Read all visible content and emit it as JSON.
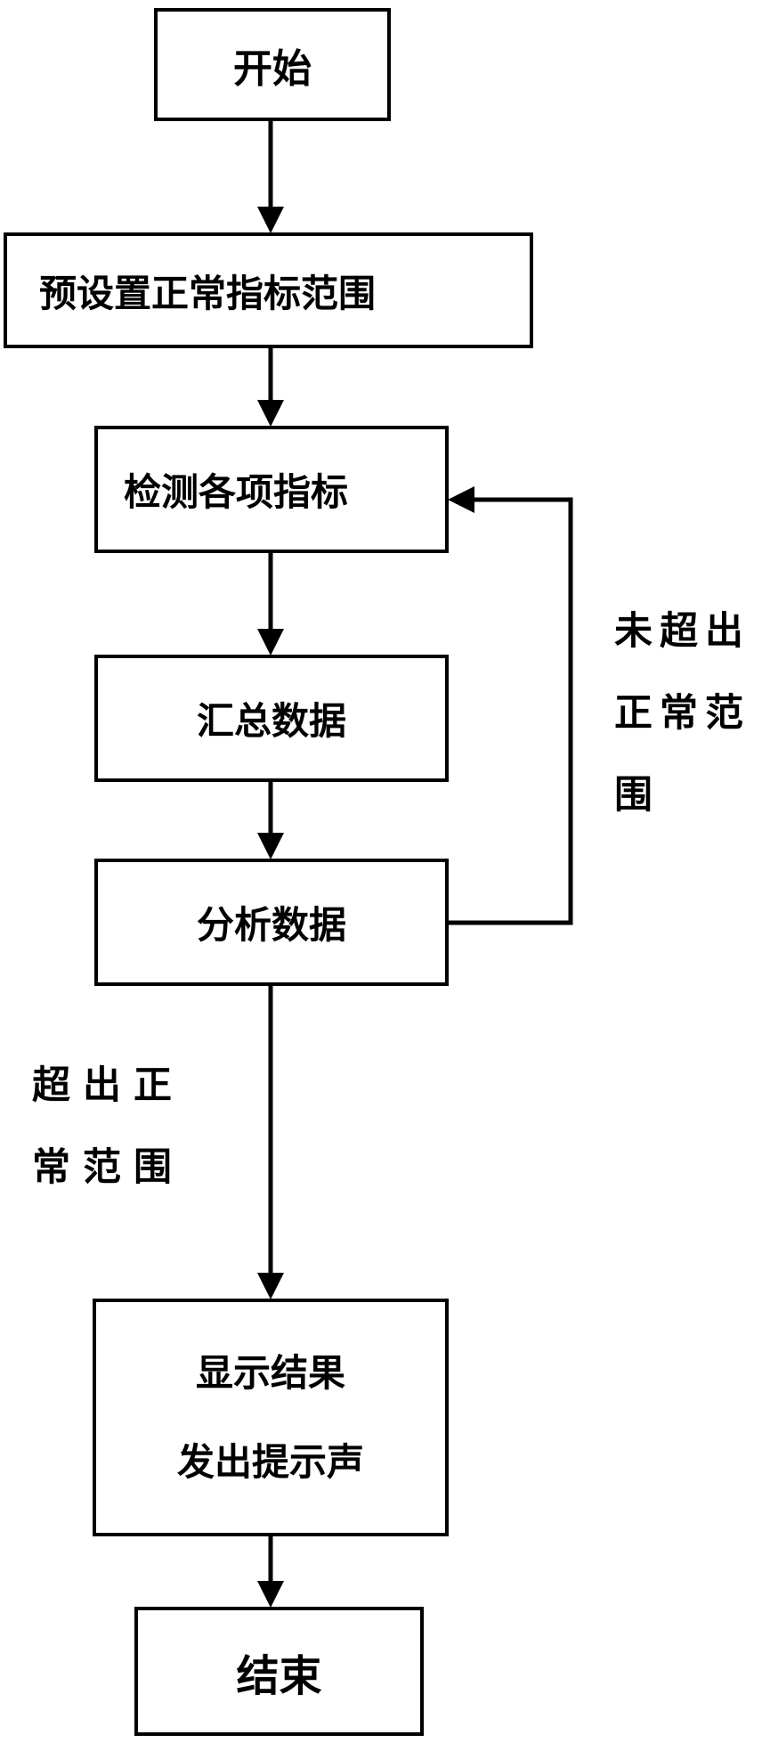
{
  "colors": {
    "line": "#000000",
    "background": "#ffffff",
    "box_border": "#000000"
  },
  "nodes": {
    "start": "开始",
    "preset": "预设置正常指标范围",
    "detect": "检测各项指标",
    "collect": "汇总数据",
    "analyze": "分析数据",
    "display": [
      "显示结果",
      "发出提示声"
    ],
    "end": "结束"
  },
  "labels": {
    "within_range": [
      "未超出",
      "正常范",
      "围"
    ],
    "exceed_range": [
      "超出正",
      "常范围"
    ]
  },
  "edges": [
    {
      "from": "start",
      "to": "preset"
    },
    {
      "from": "preset",
      "to": "detect"
    },
    {
      "from": "detect",
      "to": "collect"
    },
    {
      "from": "collect",
      "to": "analyze"
    },
    {
      "from": "analyze",
      "to": "detect",
      "label": "within_range"
    },
    {
      "from": "analyze",
      "to": "display",
      "label": "exceed_range"
    },
    {
      "from": "display",
      "to": "end"
    }
  ]
}
